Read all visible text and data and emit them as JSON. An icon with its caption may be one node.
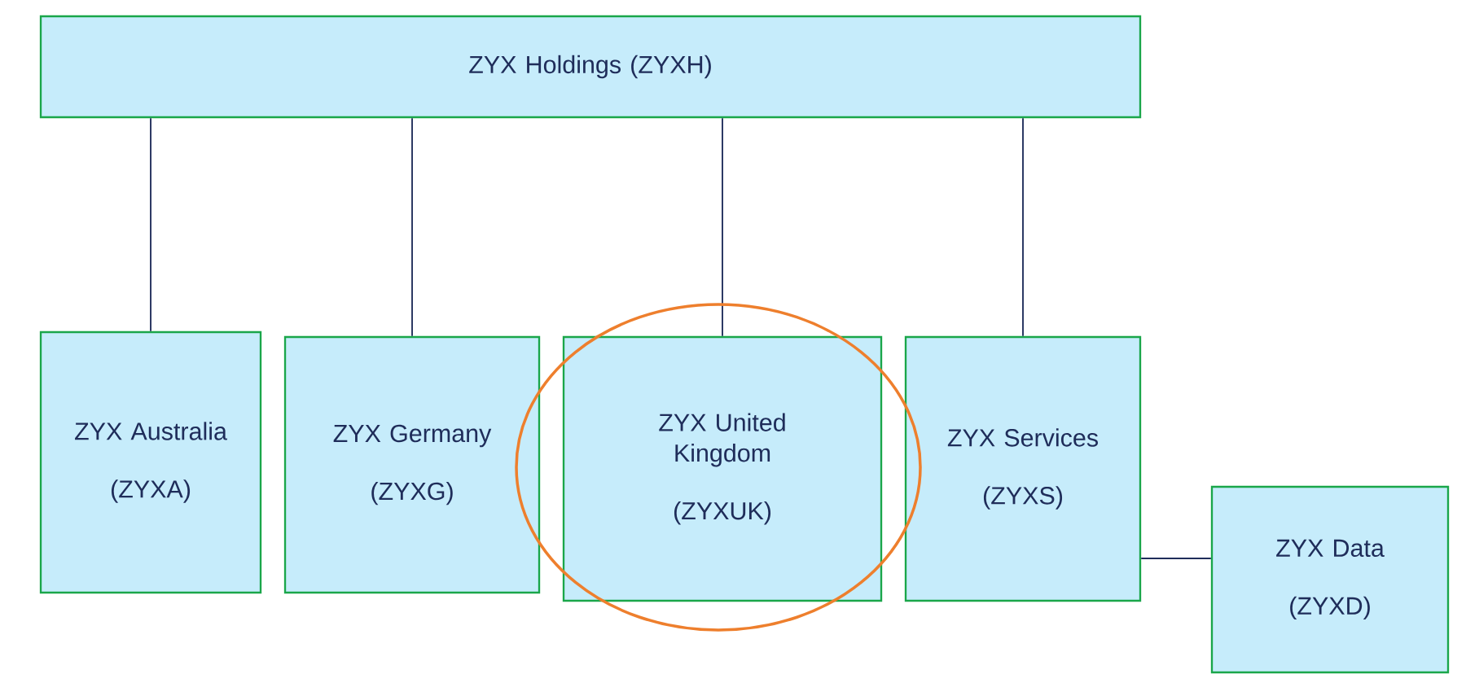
{
  "diagram": {
    "nodes": [
      {
        "text": [
          "ZYX Holdings (ZYXH)"
        ]
      },
      {
        "text": [
          "ZYX Australia",
          "(ZYXA)"
        ]
      },
      {
        "text": [
          "ZYX Germany",
          "(ZYXG)"
        ]
      },
      {
        "text": [
          "ZYX United Kingdom",
          "(ZYXUK)"
        ]
      },
      {
        "text": [
          "ZYX Services",
          "(ZYXS)"
        ]
      },
      {
        "text": [
          "ZYX Data",
          "(ZYXD)"
        ]
      }
    ],
    "edges": [
      {
        "from": 0,
        "to": 1,
        "arrow": "none"
      },
      {
        "from": 0,
        "to": 2,
        "arrow": "none"
      },
      {
        "from": 0,
        "to": 3,
        "arrow": "none"
      },
      {
        "from": 0,
        "to": 4,
        "arrow": "none"
      },
      {
        "from": 4,
        "to": 5,
        "arrow": "none"
      }
    ]
  }
}
